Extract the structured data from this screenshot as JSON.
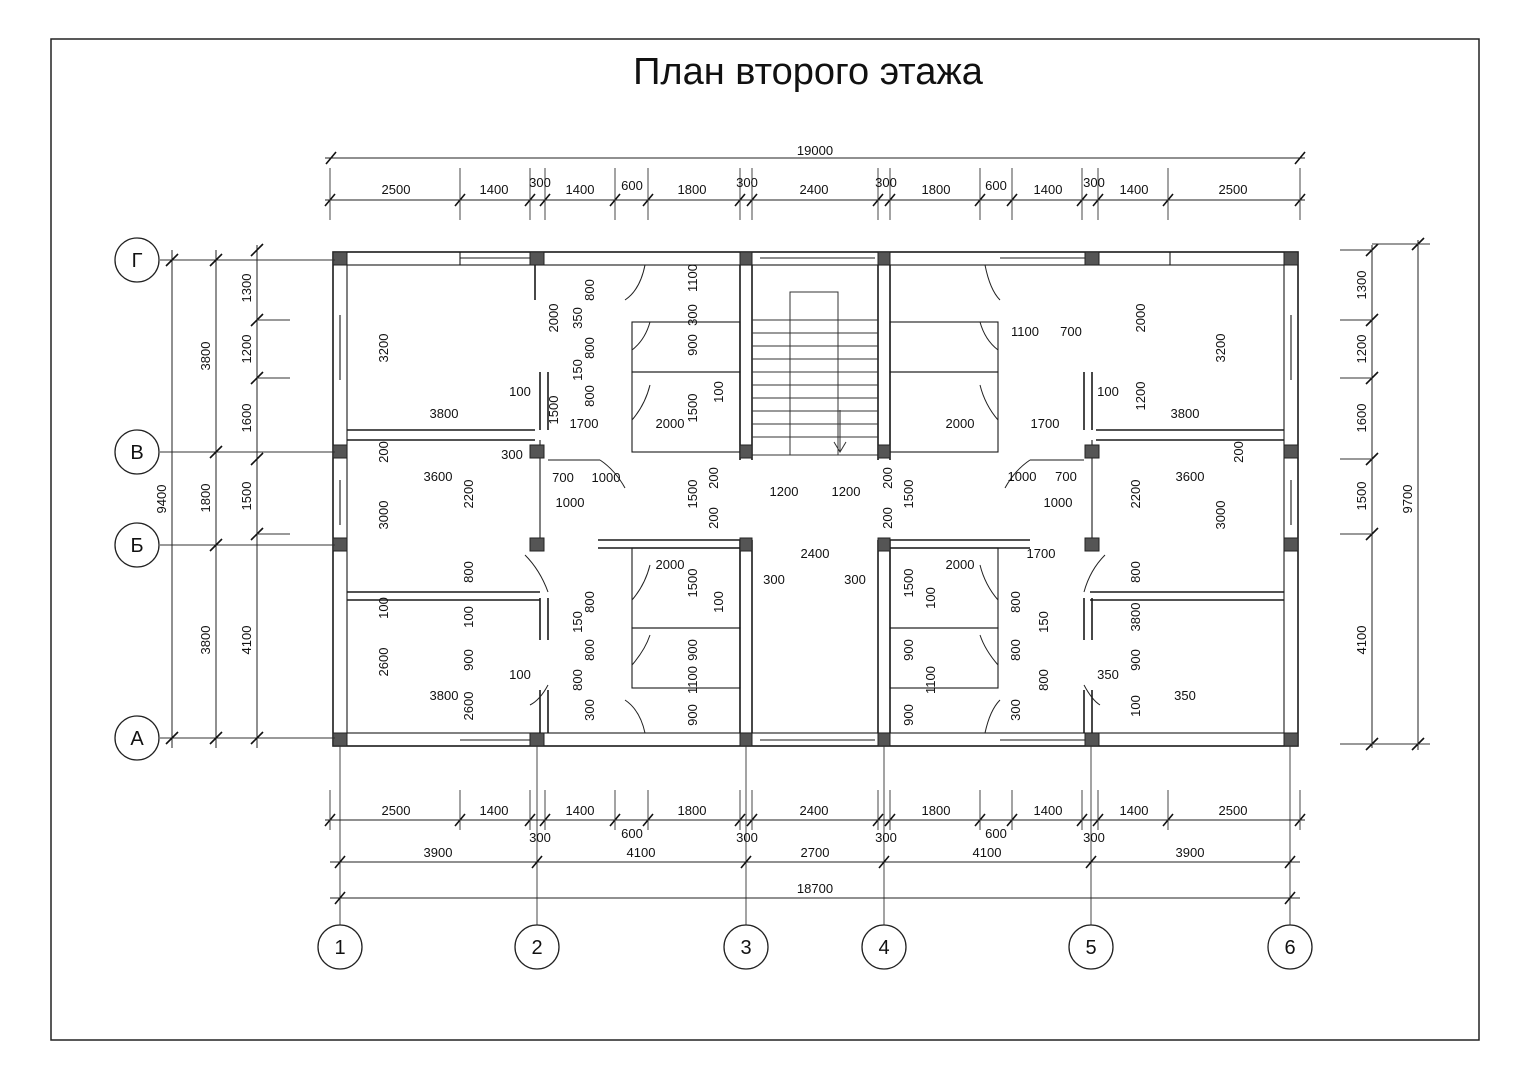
{
  "title": "План второго этажа",
  "axes": {
    "horizontal": [
      "1",
      "2",
      "3",
      "4",
      "5",
      "6"
    ],
    "vertical": [
      "Г",
      "В",
      "Б",
      "А"
    ]
  },
  "dimensions": {
    "top_total": "19000",
    "top_chain": [
      "2500",
      "1400",
      "300",
      "1400",
      "600",
      "1800",
      "300",
      "2400",
      "300",
      "1800",
      "600",
      "1400",
      "300",
      "1400",
      "2500"
    ],
    "bottom_chain": [
      "2500",
      "1400",
      "1400",
      "1800",
      "2400",
      "1800",
      "1400",
      "1400",
      "2500"
    ],
    "bottom_chain_small": [
      "300",
      "600",
      "300",
      "300",
      "600",
      "300"
    ],
    "bottom_axes_chain": [
      "3900",
      "4100",
      "2700",
      "4100",
      "3900"
    ],
    "bottom_total": "18700",
    "left_total": "9400",
    "left_axes_chain": [
      "3800",
      "1800",
      "3800"
    ],
    "left_openings_chain": [
      "1300",
      "1200",
      "1600",
      "1500",
      "4100"
    ],
    "right_total": "9700",
    "right_openings_chain": [
      "1300",
      "1200",
      "1600",
      "1500",
      "4100"
    ],
    "interior": [
      "3200",
      "2000",
      "350",
      "800",
      "800",
      "150",
      "800",
      "1100",
      "300",
      "900",
      "100",
      "1500",
      "1500",
      "100",
      "3800",
      "1700",
      "2000",
      "2000",
      "1700",
      "1100",
      "700",
      "2000",
      "3200",
      "1200",
      "100",
      "3800",
      "200",
      "300",
      "3600",
      "2200",
      "700",
      "1000",
      "1500",
      "200",
      "200",
      "1200",
      "1200",
      "200",
      "1500",
      "200",
      "1000",
      "700",
      "3600",
      "2200",
      "200",
      "1000",
      "1000",
      "3000",
      "3000",
      "2400",
      "2000",
      "2000",
      "1700",
      "300",
      "300",
      "800",
      "800",
      "1500",
      "1500",
      "100",
      "100",
      "800",
      "800",
      "150",
      "150",
      "100",
      "2600",
      "900",
      "900",
      "900",
      "900",
      "800",
      "800",
      "100",
      "3800",
      "100",
      "3800",
      "350",
      "350",
      "800",
      "800",
      "300",
      "300",
      "1100",
      "1100",
      "900",
      "900",
      "2600",
      "100"
    ]
  }
}
